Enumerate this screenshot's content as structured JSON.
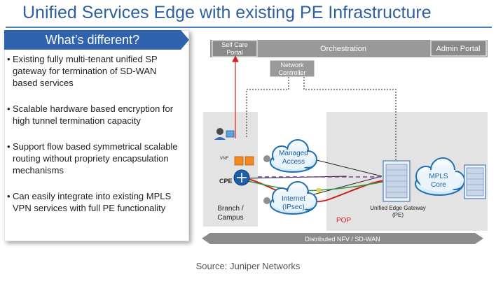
{
  "header": {
    "title": "Unified Services Edge with existing PE Infrastructure"
  },
  "sidebar": {
    "heading": "What’s different?",
    "bullets": [
      [
        "Existing fully multi-tenant unified SP",
        "gateway for termination of SD-WAN",
        "based services"
      ],
      [
        "Scalable hardware based encryption for",
        "high tunnel termination capacity"
      ],
      [
        "Support flow based symmetrical scalable",
        "routing without propriety encapsulation",
        "mechanisms"
      ],
      [
        "Can easily integrate into existing MPLS",
        "VPN services with full PE functionality"
      ]
    ]
  },
  "diagram": {
    "orchestration": "Orchestration",
    "self_care": [
      "Self Care",
      "Portal"
    ],
    "admin_portal": "Admin Portal",
    "network_controller": [
      "Network",
      "Controller"
    ],
    "managed_access": [
      "Managed",
      "Access"
    ],
    "internet": [
      "Internet",
      "(IPsec)"
    ],
    "mpls_core": [
      "MPLS",
      "Core"
    ],
    "vnf": "VNF",
    "cpe": "CPE",
    "branch": [
      "Branch /",
      "Campus"
    ],
    "pop": "POP",
    "ueg": [
      "Unified Edge Gateway",
      "(PE)"
    ],
    "bottom_bar": "Distributed NFV / SD-WAN",
    "colors": {
      "accent_blue": "#2f63ad",
      "cloud_blue": "#1e6fb3",
      "pop_red": "#d12020",
      "gray_bar": "#8c8c8c"
    }
  },
  "footer": {
    "source": "Source: Juniper Networks"
  }
}
